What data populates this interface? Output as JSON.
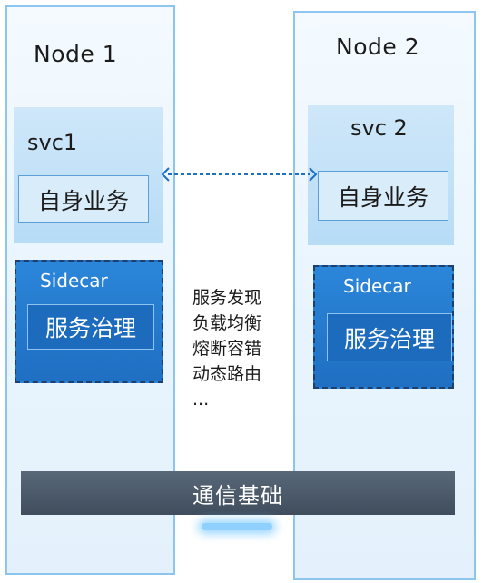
{
  "nodes": [
    {
      "title": "Node 1",
      "service": "svc1",
      "business": "自身业务",
      "sidecar": "Sidecar",
      "governance": "服务治理"
    },
    {
      "title": "Node 2",
      "service": "svc 2",
      "business": "自身业务",
      "sidecar": "Sidecar",
      "governance": "服务治理"
    }
  ],
  "features": [
    "服务发现",
    "负载均衡",
    "熔断容错",
    "动态路由",
    "..."
  ],
  "foundation": "通信基础",
  "colors": {
    "node_border": "#8cc6ef",
    "svc_fill": "#b6dcf6",
    "sidecar_fill": "#2b86d9",
    "governance_fill": "#1d6bbd",
    "foundation_fill": "#4a5868",
    "arrow": "#1f6fc2"
  }
}
